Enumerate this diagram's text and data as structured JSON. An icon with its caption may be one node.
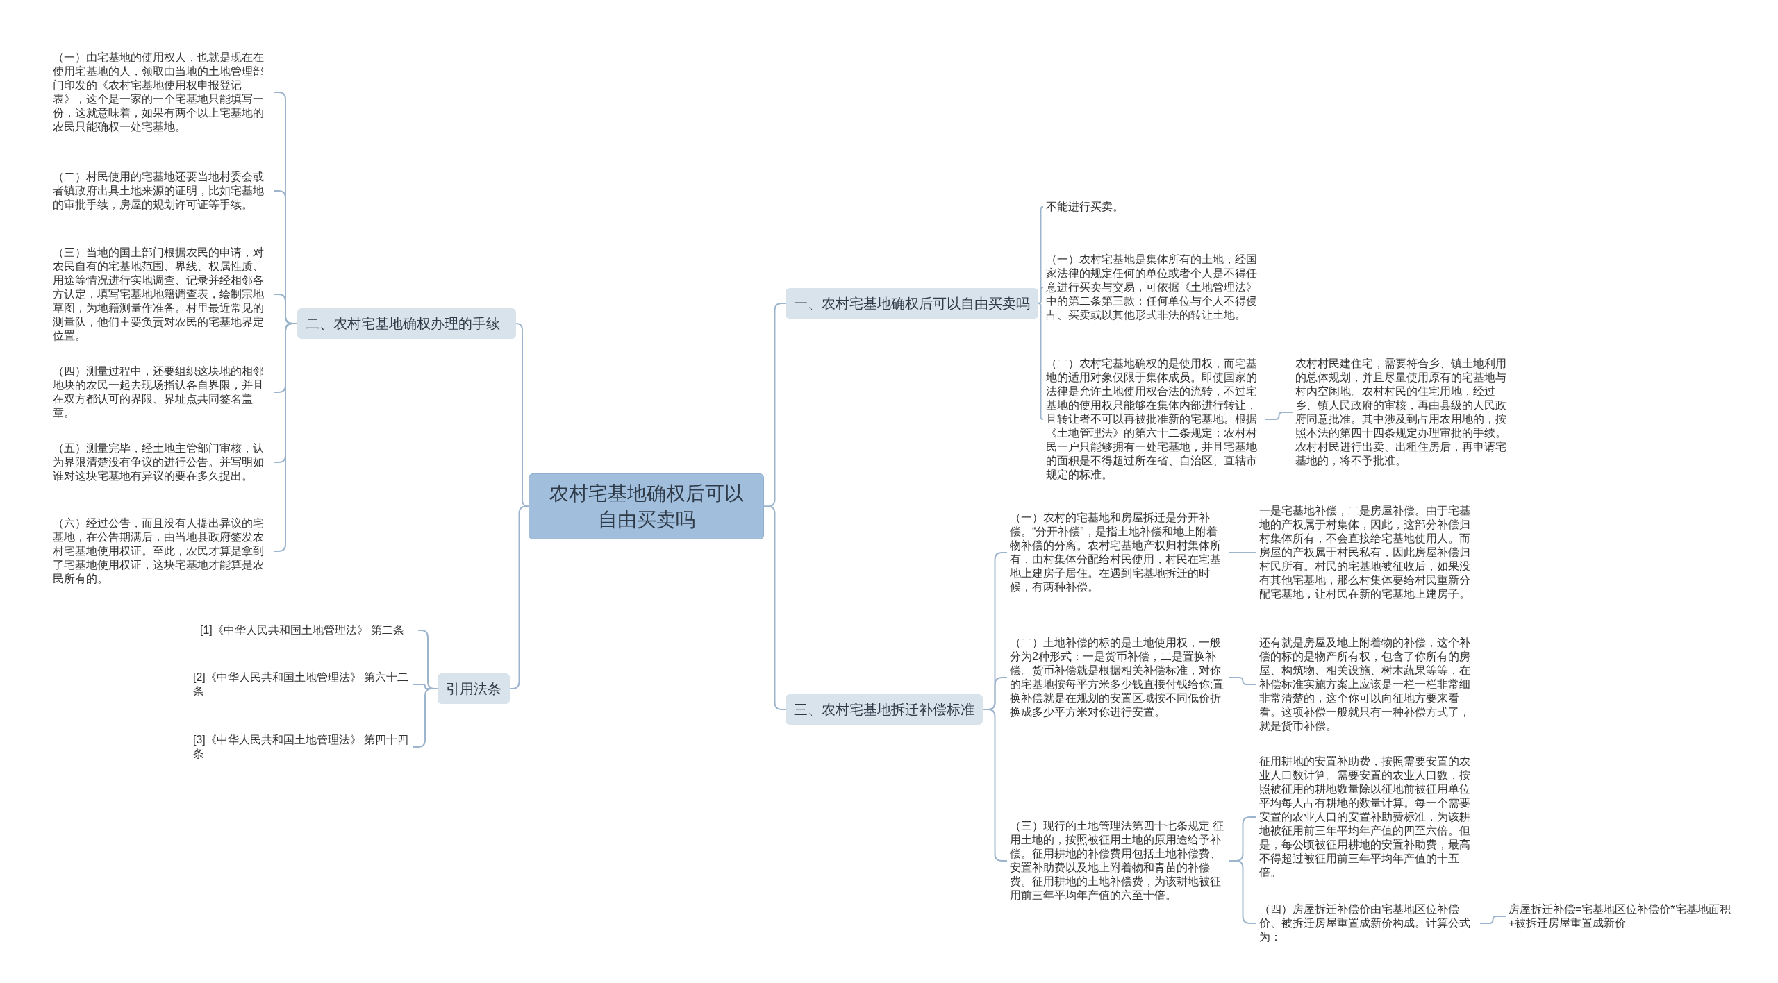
{
  "diagram": {
    "nodes": [
      {
        "text": [
          "农村宅基地确权后可以自由买卖吗"
        ]
      },
      {
        "text": [
          "一、农村宅基地确权后可以自由买卖吗"
        ]
      },
      {
        "text": [
          "不能进行买卖。"
        ]
      },
      {
        "text": [
          "（一）农村宅基地是集体所有的土地，经国家法律的规定任何的单位或者个人是不得任意进行买卖与交易，可依据《土地管理法》中的第二条第三款：任何单位与个人不得侵占、买卖或以其他形式非法的转让土地。"
        ]
      },
      {
        "text": [
          "（二）农村宅基地确权的是使用权，而宅基地的适用对象仅限于集体成员。即使国家的法律是允许土地使用权合法的流转，不过宅基地的使用权只能够在集体内部进行转让，且转让者不可以再被批准新的宅基地。根据《土地管理法》的第六十二条规定：农村村民一户只能够拥有一处宅基地，并且宅基地的面积是不得超过所在省、自治区、直辖市规定的标准。"
        ]
      },
      {
        "text": [
          "农村村民建住宅，需要符合乡、镇土地利用的总体规划，并且尽量使用原有的宅基地与村内空闲地。农村村民的住宅用地，经过乡、镇人民政府的审核，再由县级的人民政府同意批准。其中涉及到占用农用地的，按照本法的第四十四条规定办理审批的手续。农村村民进行出卖、出租住房后，再申请宅基地的，将不予批准。"
        ]
      },
      {
        "text": [
          "三、农村宅基地拆迁补偿标准"
        ]
      },
      {
        "text": [
          "（一）农村的宅基地和房屋拆迁是分开补偿。“分开补偿”，是指土地补偿和地上附着物补偿的分离。农村宅基地产权归村集体所有，由村集体分配给村民使用，村民在宅基地上建房子居住。在遇到宅基地拆迁的时候，有两种补偿。"
        ]
      },
      {
        "text": [
          "一是宅基地补偿，二是房屋补偿。由于宅基地的产权属于村集体，因此，这部分补偿归村集体所有，不会直接给宅基地使用人。而房屋的产权属于村民私有，因此房屋补偿归村民所有。村民的宅基地被征收后，如果没有其他宅基地，那么村集体要给村民重新分配宅基地，让村民在新的宅基地上建房子。"
        ]
      },
      {
        "text": [
          "（二）土地补偿的标的是土地使用权，一般分为2种形式：一是货币补偿，二是置换补偿。货币补偿就是根据相关补偿标准，对你的宅基地按每平方米多少钱直接付钱给你;置换补偿就是在规划的安置区域按不同低价折换成多少平方米对你进行安置。"
        ]
      },
      {
        "text": [
          "还有就是房屋及地上附着物的补偿，这个补偿的标的是物产所有权，包含了你所有的房屋、构筑物、相关设施、树木蔬果等等，在补偿标准实施方案上应该是一栏一栏非常细非常清楚的，这个你可以向征地方要来看看。这项补偿一般就只有一种补偿方式了，就是货币补偿。"
        ]
      },
      {
        "text": [
          "（三）现行的土地管理法第四十七条规定 征用土地的，按照被征用土地的原用途给予补偿。征用耕地的补偿费用包括土地补偿费、安置补助费以及地上附着物和青苗的补偿费。征用耕地的土地补偿费，为该耕地被征用前三年平均年产值的六至十倍。"
        ]
      },
      {
        "text": [
          "征用耕地的安置补助费，按照需要安置的农业人口数计算。需要安置的农业人口数，按照被征用的耕地数量除以征地前被征用单位平均每人占有耕地的数量计算。每一个需要安置的农业人口的安置补助费标准，为该耕地被征用前三年平均年产值的四至六倍。但是，每公顷被征用耕地的安置补助费，最高不得超过被征用前三年平均年产值的十五倍。"
        ]
      },
      {
        "text": [
          "（四）房屋拆迁补偿价由宅基地区位补偿价、被拆迁房屋重置成新价构成。计算公式为："
        ]
      },
      {
        "text": [
          "房屋拆迁补偿=宅基地区位补偿价*宅基地面积+被拆迁房屋重置成新价"
        ]
      },
      {
        "text": [
          "二、农村宅基地确权办理的手续"
        ]
      },
      {
        "text": [
          "（一）由宅基地的使用权人，也就是现在在使用宅基地的人，领取由当地的土地管理部门印发的《农村宅基地使用权申报登记表》，这个是一家的一个宅基地只能填写一份，这就意味着，如果有两个以上宅基地的农民只能确权一处宅基地。"
        ]
      },
      {
        "text": [
          "（二）村民使用的宅基地还要当地村委会或者镇政府出具土地来源的证明，比如宅基地的审批手续，房屋的规划许可证等手续。"
        ]
      },
      {
        "text": [
          "（三）当地的国土部门根据农民的申请，对农民自有的宅基地范围、界线、权属性质、用途等情况进行实地调查、记录并经相邻各方认定，填写宅基地地籍调查表，绘制宗地草图，为地籍测量作准备。村里最近常见的测量队，他们主要负责对农民的宅基地界定位置。"
        ]
      },
      {
        "text": [
          "（四）测量过程中，还要组织这块地的相邻地块的农民一起去现场指认各自界限，并且在双方都认可的界限、界址点共同签名盖章。"
        ]
      },
      {
        "text": [
          "（五）测量完毕，经土地主管部门审核，认为界限清楚没有争议的进行公告。并写明如谁对这块宅基地有异议的要在多久提出。"
        ]
      },
      {
        "text": [
          "（六）经过公告，而且没有人提出异议的宅基地，在公告期满后，由当地县政府签发农村宅基地使用权证。至此，农民才算是拿到了宅基地使用权证，这块宅基地才能算是农民所有的。"
        ]
      },
      {
        "text": [
          "引用法条"
        ]
      },
      {
        "text": [
          "[1]《中华人民共和国土地管理法》 第二条"
        ]
      },
      {
        "text": [
          "[2]《中华人民共和国土地管理法》 第六十二条"
        ]
      },
      {
        "text": [
          "[3]《中华人民共和国土地管理法》 第四十四条"
        ]
      }
    ],
    "edges": [
      {
        "from": 0,
        "to": 1,
        "arrow": "none"
      },
      {
        "from": 1,
        "to": 2,
        "arrow": "none"
      },
      {
        "from": 1,
        "to": 3,
        "arrow": "none"
      },
      {
        "from": 1,
        "to": 4,
        "arrow": "none"
      },
      {
        "from": 4,
        "to": 5,
        "arrow": "none"
      },
      {
        "from": 0,
        "to": 6,
        "arrow": "none"
      },
      {
        "from": 6,
        "to": 7,
        "arrow": "none"
      },
      {
        "from": 7,
        "to": 8,
        "arrow": "none"
      },
      {
        "from": 6,
        "to": 9,
        "arrow": "none"
      },
      {
        "from": 9,
        "to": 10,
        "arrow": "none"
      },
      {
        "from": 6,
        "to": 11,
        "arrow": "none"
      },
      {
        "from": 11,
        "to": 12,
        "arrow": "none"
      },
      {
        "from": 11,
        "to": 13,
        "arrow": "none"
      },
      {
        "from": 13,
        "to": 14,
        "arrow": "none"
      },
      {
        "from": 0,
        "to": 15,
        "arrow": "none"
      },
      {
        "from": 15,
        "to": 16,
        "arrow": "none"
      },
      {
        "from": 15,
        "to": 17,
        "arrow": "none"
      },
      {
        "from": 15,
        "to": 18,
        "arrow": "none"
      },
      {
        "from": 15,
        "to": 19,
        "arrow": "none"
      },
      {
        "from": 15,
        "to": 20,
        "arrow": "none"
      },
      {
        "from": 15,
        "to": 21,
        "arrow": "none"
      },
      {
        "from": 0,
        "to": 22,
        "arrow": "none"
      },
      {
        "from": 22,
        "to": 23,
        "arrow": "none"
      },
      {
        "from": 22,
        "to": 24,
        "arrow": "none"
      },
      {
        "from": 22,
        "to": 25,
        "arrow": "none"
      }
    ]
  }
}
